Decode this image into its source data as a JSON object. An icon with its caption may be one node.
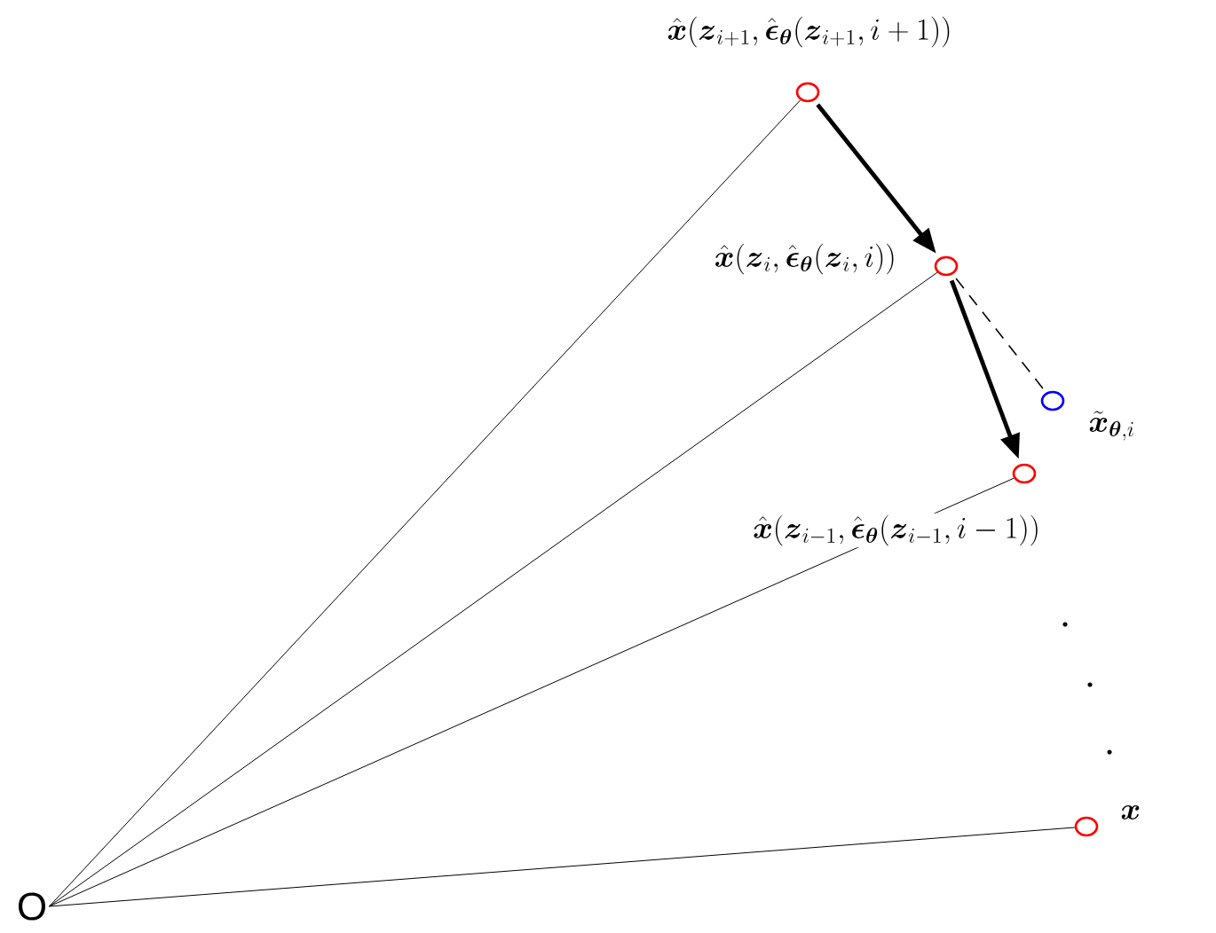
{
  "diagram": {
    "nodes": [
      {
        "text": [
          "O"
        ]
      },
      {
        "text": [],
        "shape": "circle",
        "beside": [
          "\\hat{\\boldsymbol{x}}(\\boldsymbol{z}_{i+1}, \\hat{\\boldsymbol{\\epsilon}}_{\\boldsymbol{\\theta}}(\\boldsymbol{z}_{i+1}, i+1))"
        ]
      },
      {
        "text": [],
        "shape": "circle",
        "beside": [
          "\\hat{\\boldsymbol{x}}(\\boldsymbol{z}_{i}, \\hat{\\boldsymbol{\\epsilon}}_{\\boldsymbol{\\theta}}(\\boldsymbol{z}_{i}, i))"
        ]
      },
      {
        "text": [],
        "shape": "circle",
        "beside": [
          "\\tilde{\\boldsymbol{x}}_{\\boldsymbol{\\theta}, i}"
        ]
      },
      {
        "text": [],
        "shape": "circle",
        "beside": [
          "\\hat{\\boldsymbol{x}}(\\boldsymbol{z}_{i-1}, \\hat{\\boldsymbol{\\epsilon}}_{\\boldsymbol{\\theta}}(\\boldsymbol{z}_{i-1}, i-1))"
        ]
      },
      {
        "text": [],
        "shape": "circle",
        "beside": [
          "\\boldsymbol{x}"
        ]
      }
    ],
    "edges": [
      {
        "from": 0,
        "to": 1,
        "arrow": "none"
      },
      {
        "from": 0,
        "to": 2,
        "arrow": "none"
      },
      {
        "from": 0,
        "to": 4,
        "arrow": "none"
      },
      {
        "from": 0,
        "to": 5,
        "arrow": "none"
      },
      {
        "from": 1,
        "to": 2,
        "arrow": "to",
        "style": "thick"
      },
      {
        "from": 2,
        "to": 4,
        "arrow": "to",
        "style": "thick"
      },
      {
        "from": 2,
        "to": 3,
        "arrow": "none",
        "style": "dashed"
      }
    ]
  }
}
